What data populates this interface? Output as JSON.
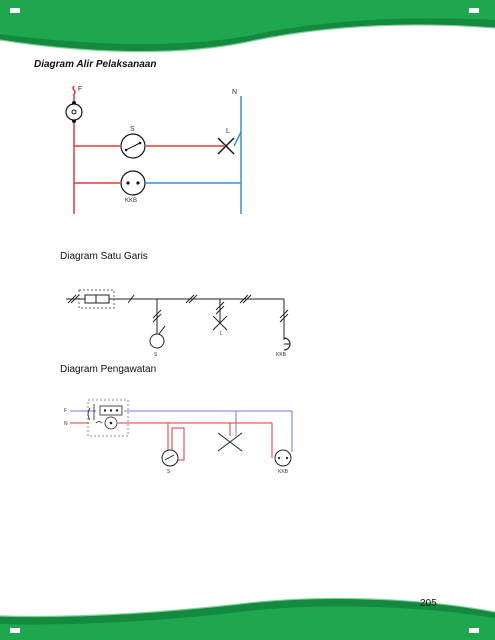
{
  "page": {
    "accent_color": "#1fa750",
    "accent_dark": "#138a3e",
    "wire_phase_color": "#e53935",
    "wire_neutral_color": "#3f8fd2",
    "page_number": "205"
  },
  "headings": {
    "flow_diagram": "Diagram Alir Pelaksanaan",
    "single_line": "Diagram Satu Garis",
    "wiring": "Diagram Pengawatan"
  },
  "flow_diagram": {
    "phase_label": "F",
    "neutral_label": "N",
    "switch_label": "S",
    "lamp_label": "L",
    "socket_label": "KKB"
  },
  "single_line": {
    "switch_label": "S",
    "lamp_label": "L",
    "socket_label": "KKB"
  },
  "wiring": {
    "phase_label": "F",
    "neutral_label": "N",
    "switch_label": "S",
    "socket_label": "KKB"
  },
  "icons": [
    "corner-marker-icon",
    "fuse-icon",
    "kwh-meter-icon",
    "switch-icon",
    "lamp-icon",
    "socket-icon"
  ]
}
